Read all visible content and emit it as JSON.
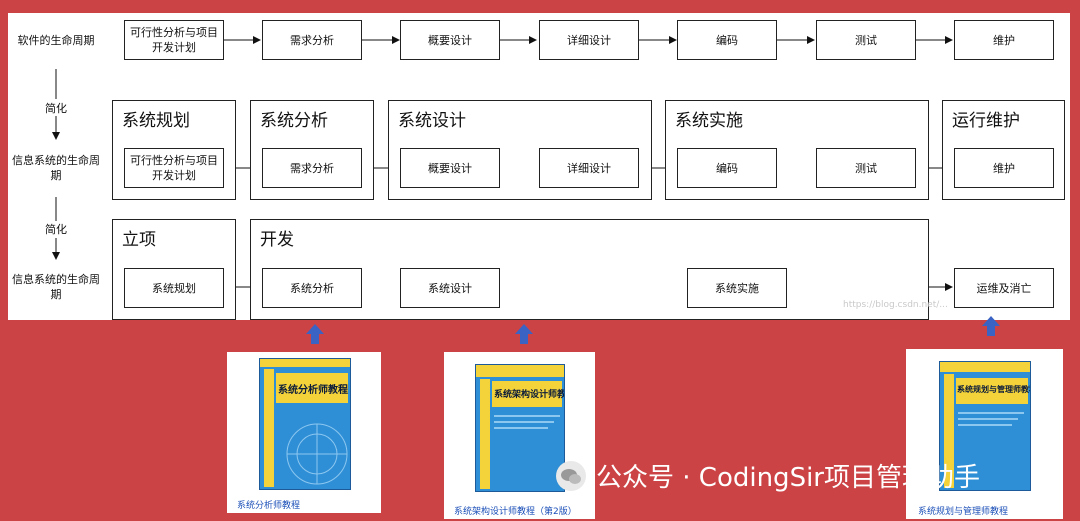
{
  "row_labels": {
    "software_lifecycle": "软件的生命周期",
    "info_system_lifecycle_1": "信息系统的生命周期",
    "info_system_lifecycle_2": "信息系统的生命周期"
  },
  "simplify_notes": [
    "简化",
    "简化"
  ],
  "row1_steps": [
    "可行性分析与项目开发计划",
    "需求分析",
    "概要设计",
    "详细设计",
    "编码",
    "测试",
    "维护"
  ],
  "row2_stages": [
    "系统规划",
    "系统分析",
    "系统设计",
    "系统实施",
    "运行维护"
  ],
  "row2_steps": [
    "可行性分析与项目开发计划",
    "需求分析",
    "概要设计",
    "详细设计",
    "编码",
    "测试",
    "维护"
  ],
  "row3_stages": [
    "立项",
    "开发"
  ],
  "row3_steps": [
    "系统规划",
    "系统分析",
    "系统设计",
    "系统实施",
    "运维及消亡"
  ],
  "books": [
    {
      "cover_title": "系统分析师教程",
      "caption": "系统分析师教程"
    },
    {
      "cover_title": "系统架构设计师教程",
      "caption": "系统架构设计师教程（第2版）"
    },
    {
      "cover_title": "系统规划与管理师教程",
      "caption": "系统规划与管理师教程"
    }
  ],
  "watermark": "公众号 · CodingSir项目管理助手",
  "faint_url": "https://blog.csdn.net/...",
  "colors": {
    "background": "#cc4346",
    "arrow_blue": "#3a63c4",
    "cover_blue": "#2f8fd6",
    "cover_yellow": "#f4d23a",
    "caption_blue": "#1b4fb8"
  }
}
